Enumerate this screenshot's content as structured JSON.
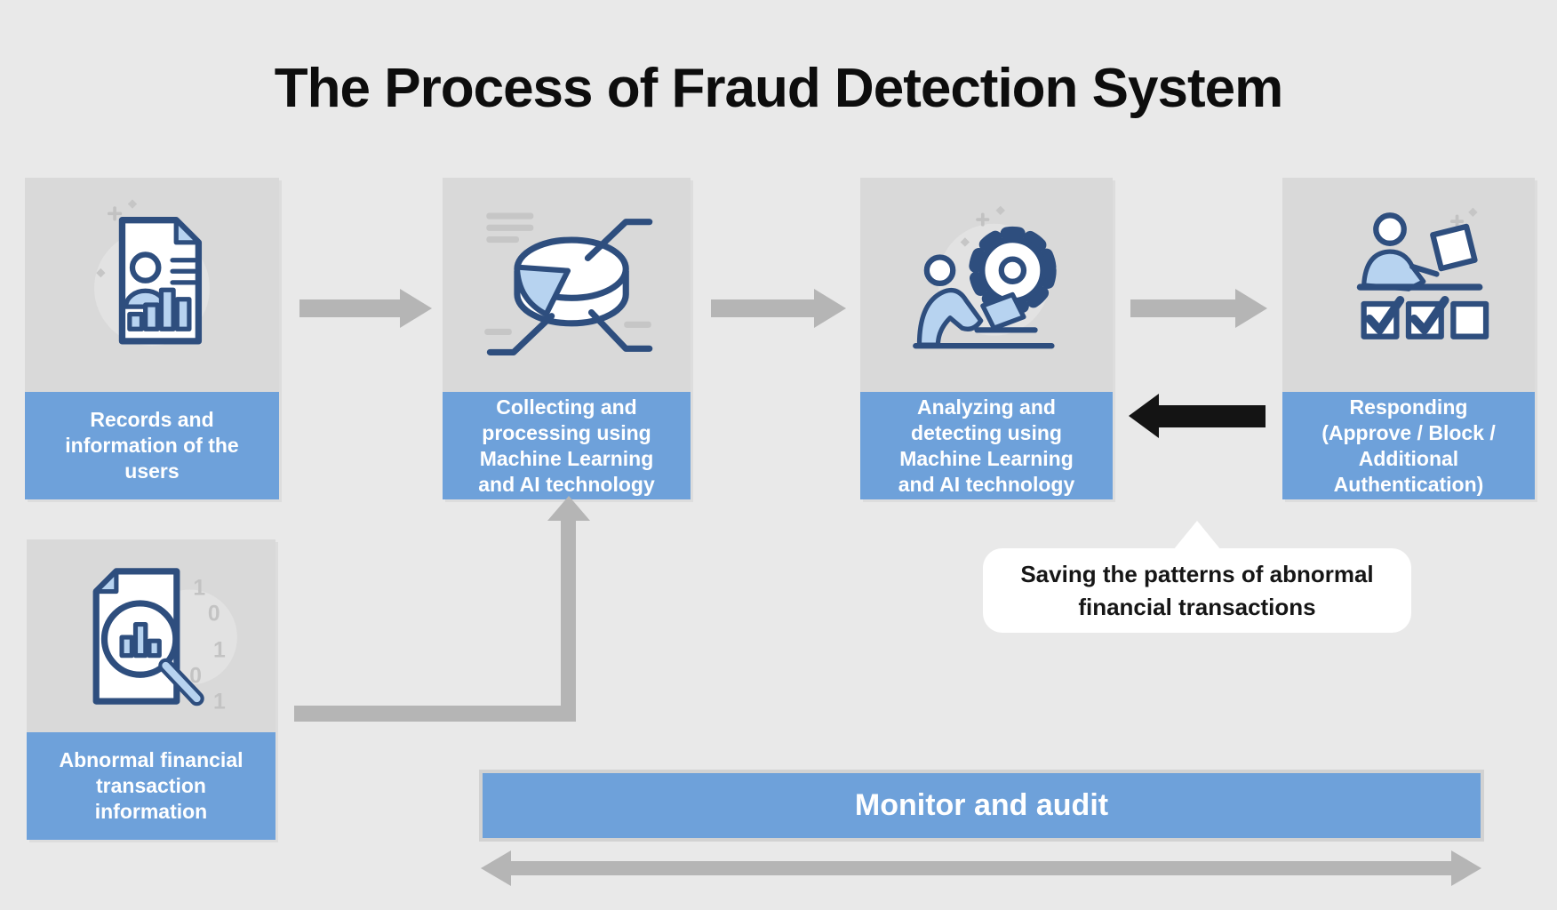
{
  "title": "The Process of Fraud Detection System",
  "boxes": {
    "records": {
      "label": "Records and\ninformation of the\nusers"
    },
    "collecting": {
      "label": "Collecting and\nprocessing using\nMachine Learning\nand AI technology"
    },
    "analyzing": {
      "label": "Analyzing and\ndetecting using\nMachine Learning\nand AI technology"
    },
    "responding": {
      "label": "Responding\n(Approve / Block /\nAdditional\nAuthentication)"
    },
    "abnormal": {
      "label": "Abnormal financial\ntransaction\ninformation"
    }
  },
  "callout": {
    "text": "Saving the patterns of abnormal\nfinancial transactions"
  },
  "monitor_bar": {
    "label": "Monitor and audit"
  },
  "icons": {
    "records": "document-user-chart-icon",
    "collecting": "data-pie-network-icon",
    "analyzing": "analyst-gear-laptop-icon",
    "responding": "reviewer-checklist-icon",
    "abnormal": "document-magnifier-chart-icon"
  },
  "colors": {
    "background": "#e9e9e9",
    "panel_gray": "#d9d9d9",
    "accent_blue": "#6ea1da",
    "icon_navy": "#2e4e7e",
    "icon_light_blue": "#b7d3f0",
    "arrow_gray": "#b5b5b5",
    "black_arrow": "#141414",
    "callout_bg": "#ffffff",
    "text_white": "#ffffff",
    "title_black": "#0d0d0d"
  }
}
